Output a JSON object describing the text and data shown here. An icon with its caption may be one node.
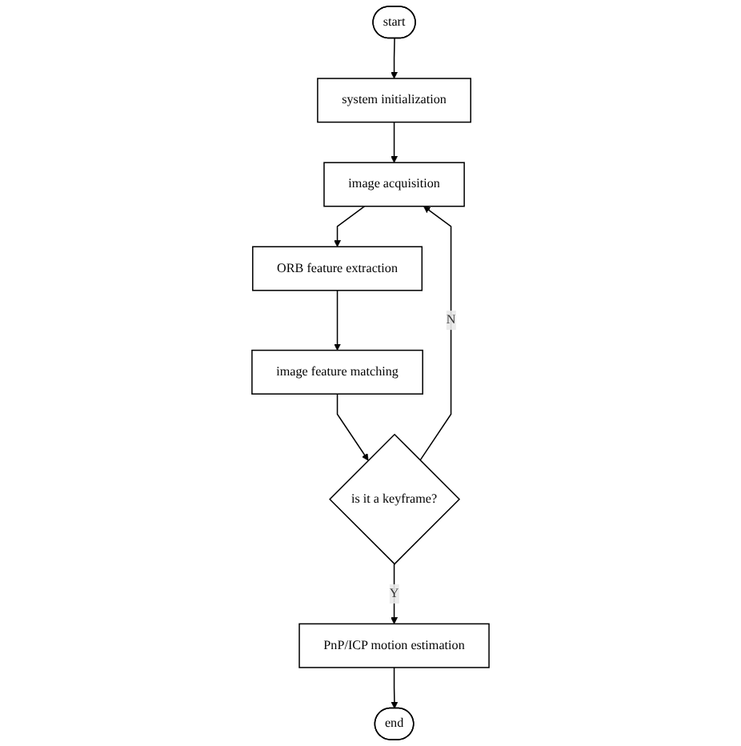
{
  "diagram": {
    "nodes": [
      {
        "text": [
          "start"
        ]
      },
      {
        "text": [
          "system initialization"
        ]
      },
      {
        "text": [
          "image acquisition"
        ]
      },
      {
        "text": [
          "ORB feature extraction"
        ]
      },
      {
        "text": [
          "image feature matching"
        ]
      },
      {
        "text": [
          "is it a keyframe?"
        ]
      },
      {
        "text": [
          "PnP/ICP motion estimation"
        ]
      },
      {
        "text": [
          "end"
        ]
      }
    ],
    "edges": [
      {
        "from": 0,
        "to": 1,
        "arrow": "to"
      },
      {
        "from": 1,
        "to": 2,
        "arrow": "to"
      },
      {
        "from": 2,
        "to": 3,
        "arrow": "to"
      },
      {
        "from": 3,
        "to": 4,
        "arrow": "to"
      },
      {
        "from": 4,
        "to": 5,
        "arrow": "to"
      },
      {
        "from": 5,
        "to": 2,
        "arrow": "to",
        "label": "N"
      },
      {
        "from": 5,
        "to": 6,
        "arrow": "to",
        "label": "Y"
      },
      {
        "from": 6,
        "to": 7,
        "arrow": "to"
      }
    ]
  }
}
